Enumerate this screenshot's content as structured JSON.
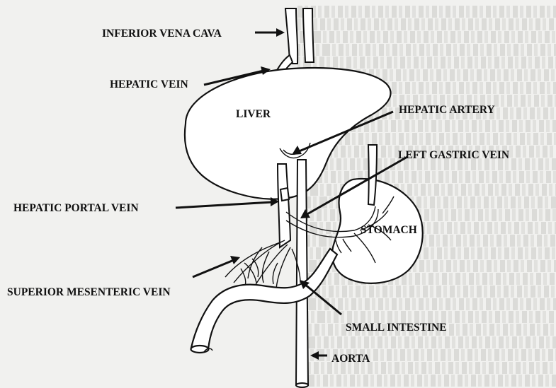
{
  "labels": {
    "inferior_vena_cava": "INFERIOR VENA CAVA",
    "hepatic_vein": "HEPATIC VEIN",
    "liver": "LIVER",
    "hepatic_artery": "HEPATIC ARTERY",
    "left_gastric_vein": "LEFT GASTRIC VEIN",
    "hepatic_portal_vein": "HEPATIC PORTAL VEIN",
    "stomach": "STOMACH",
    "superior_mesenteric_vein": "SUPERIOR MESENTERIC VEIN",
    "small_intestine": "SMALL INTESTINE",
    "aorta": "AORTA"
  },
  "colors": {
    "paper": "#f1f1ef",
    "ink": "#111111"
  }
}
